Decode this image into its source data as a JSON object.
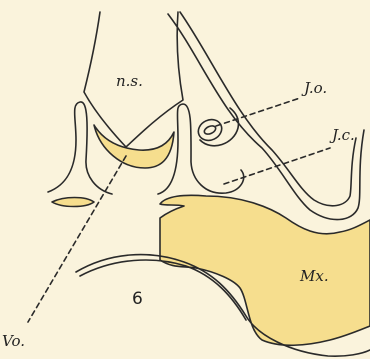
{
  "diagram": {
    "labels": {
      "ns": "n.s.",
      "jo": "J.o.",
      "jc": "J.c.",
      "mx": "Mx.",
      "vo": "Vo.",
      "figure_number": "6"
    },
    "colors": {
      "background": "#faf3dc",
      "cartilage_fill": "#f6de8e",
      "line": "#2a2a2a"
    }
  }
}
